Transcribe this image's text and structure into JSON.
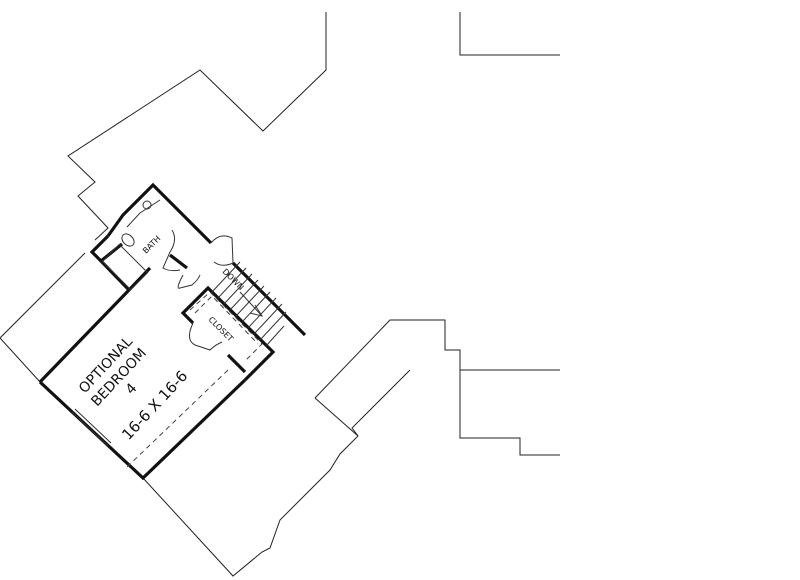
{
  "plan": {
    "rooms": [
      {
        "name": "OPTIONAL",
        "line2": "BEDROOM",
        "line3": "4",
        "size": "16-6 X 16-6"
      }
    ],
    "bath_label": "BATH",
    "closet_label": "CLOSET",
    "stair_label": "DOWN"
  }
}
